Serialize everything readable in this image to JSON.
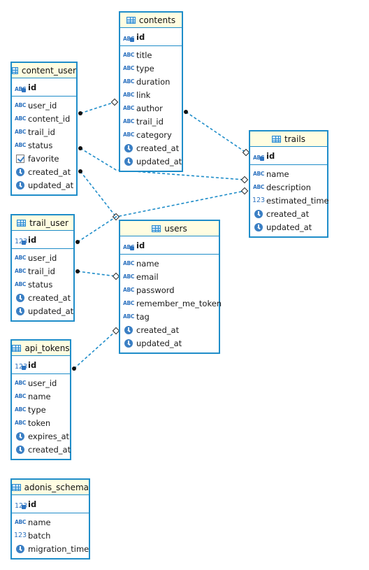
{
  "colors": {
    "border": "#1f8dc9",
    "header_bg": "#fffde1",
    "connector": "#1f8dc9"
  },
  "entities": {
    "contents": {
      "name": "contents",
      "pk": [
        {
          "name": "id",
          "type": "abc"
        }
      ],
      "columns": [
        {
          "name": "title",
          "type": "abc"
        },
        {
          "name": "type",
          "type": "abc"
        },
        {
          "name": "duration",
          "type": "abc"
        },
        {
          "name": "link",
          "type": "abc"
        },
        {
          "name": "author",
          "type": "abc"
        },
        {
          "name": "trail_id",
          "type": "abc"
        },
        {
          "name": "category",
          "type": "abc"
        },
        {
          "name": "created_at",
          "type": "datetime"
        },
        {
          "name": "updated_at",
          "type": "datetime"
        }
      ]
    },
    "content_user": {
      "name": "content_user",
      "pk": [
        {
          "name": "id",
          "type": "abc"
        }
      ],
      "columns": [
        {
          "name": "user_id",
          "type": "abc"
        },
        {
          "name": "content_id",
          "type": "abc"
        },
        {
          "name": "trail_id",
          "type": "abc"
        },
        {
          "name": "status",
          "type": "abc"
        },
        {
          "name": "favorite",
          "type": "bool"
        },
        {
          "name": "created_at",
          "type": "datetime"
        },
        {
          "name": "updated_at",
          "type": "datetime"
        }
      ]
    },
    "trails": {
      "name": "trails",
      "pk": [
        {
          "name": "id",
          "type": "abc"
        }
      ],
      "columns": [
        {
          "name": "name",
          "type": "abc"
        },
        {
          "name": "description",
          "type": "abc"
        },
        {
          "name": "estimated_time",
          "type": "num"
        },
        {
          "name": "created_at",
          "type": "datetime"
        },
        {
          "name": "updated_at",
          "type": "datetime"
        }
      ]
    },
    "trail_user": {
      "name": "trail_user",
      "pk": [
        {
          "name": "id",
          "type": "num"
        }
      ],
      "columns": [
        {
          "name": "user_id",
          "type": "abc"
        },
        {
          "name": "trail_id",
          "type": "abc"
        },
        {
          "name": "status",
          "type": "abc"
        },
        {
          "name": "created_at",
          "type": "datetime"
        },
        {
          "name": "updated_at",
          "type": "datetime"
        }
      ]
    },
    "users": {
      "name": "users",
      "pk": [
        {
          "name": "id",
          "type": "abc"
        }
      ],
      "columns": [
        {
          "name": "name",
          "type": "abc"
        },
        {
          "name": "email",
          "type": "abc"
        },
        {
          "name": "password",
          "type": "abc"
        },
        {
          "name": "remember_me_token",
          "type": "abc"
        },
        {
          "name": "tag",
          "type": "abc"
        },
        {
          "name": "created_at",
          "type": "datetime"
        },
        {
          "name": "updated_at",
          "type": "datetime"
        }
      ]
    },
    "api_tokens": {
      "name": "api_tokens",
      "pk": [
        {
          "name": "id",
          "type": "num"
        }
      ],
      "columns": [
        {
          "name": "user_id",
          "type": "abc"
        },
        {
          "name": "name",
          "type": "abc"
        },
        {
          "name": "type",
          "type": "abc"
        },
        {
          "name": "token",
          "type": "abc"
        },
        {
          "name": "expires_at",
          "type": "datetime"
        },
        {
          "name": "created_at",
          "type": "datetime"
        }
      ]
    },
    "adonis_schema": {
      "name": "adonis_schema",
      "pk": [
        {
          "name": "id",
          "type": "num"
        }
      ],
      "columns": [
        {
          "name": "name",
          "type": "abc"
        },
        {
          "name": "batch",
          "type": "num"
        },
        {
          "name": "migration_time",
          "type": "datetime"
        }
      ]
    }
  },
  "relations": [
    {
      "from": "contents",
      "to": "trails"
    },
    {
      "from": "content_user",
      "to": "contents"
    },
    {
      "from": "content_user",
      "to": "trails"
    },
    {
      "from": "content_user",
      "to": "users"
    },
    {
      "from": "trail_user",
      "to": "trails"
    },
    {
      "from": "trail_user",
      "to": "users"
    },
    {
      "from": "api_tokens",
      "to": "users"
    }
  ]
}
